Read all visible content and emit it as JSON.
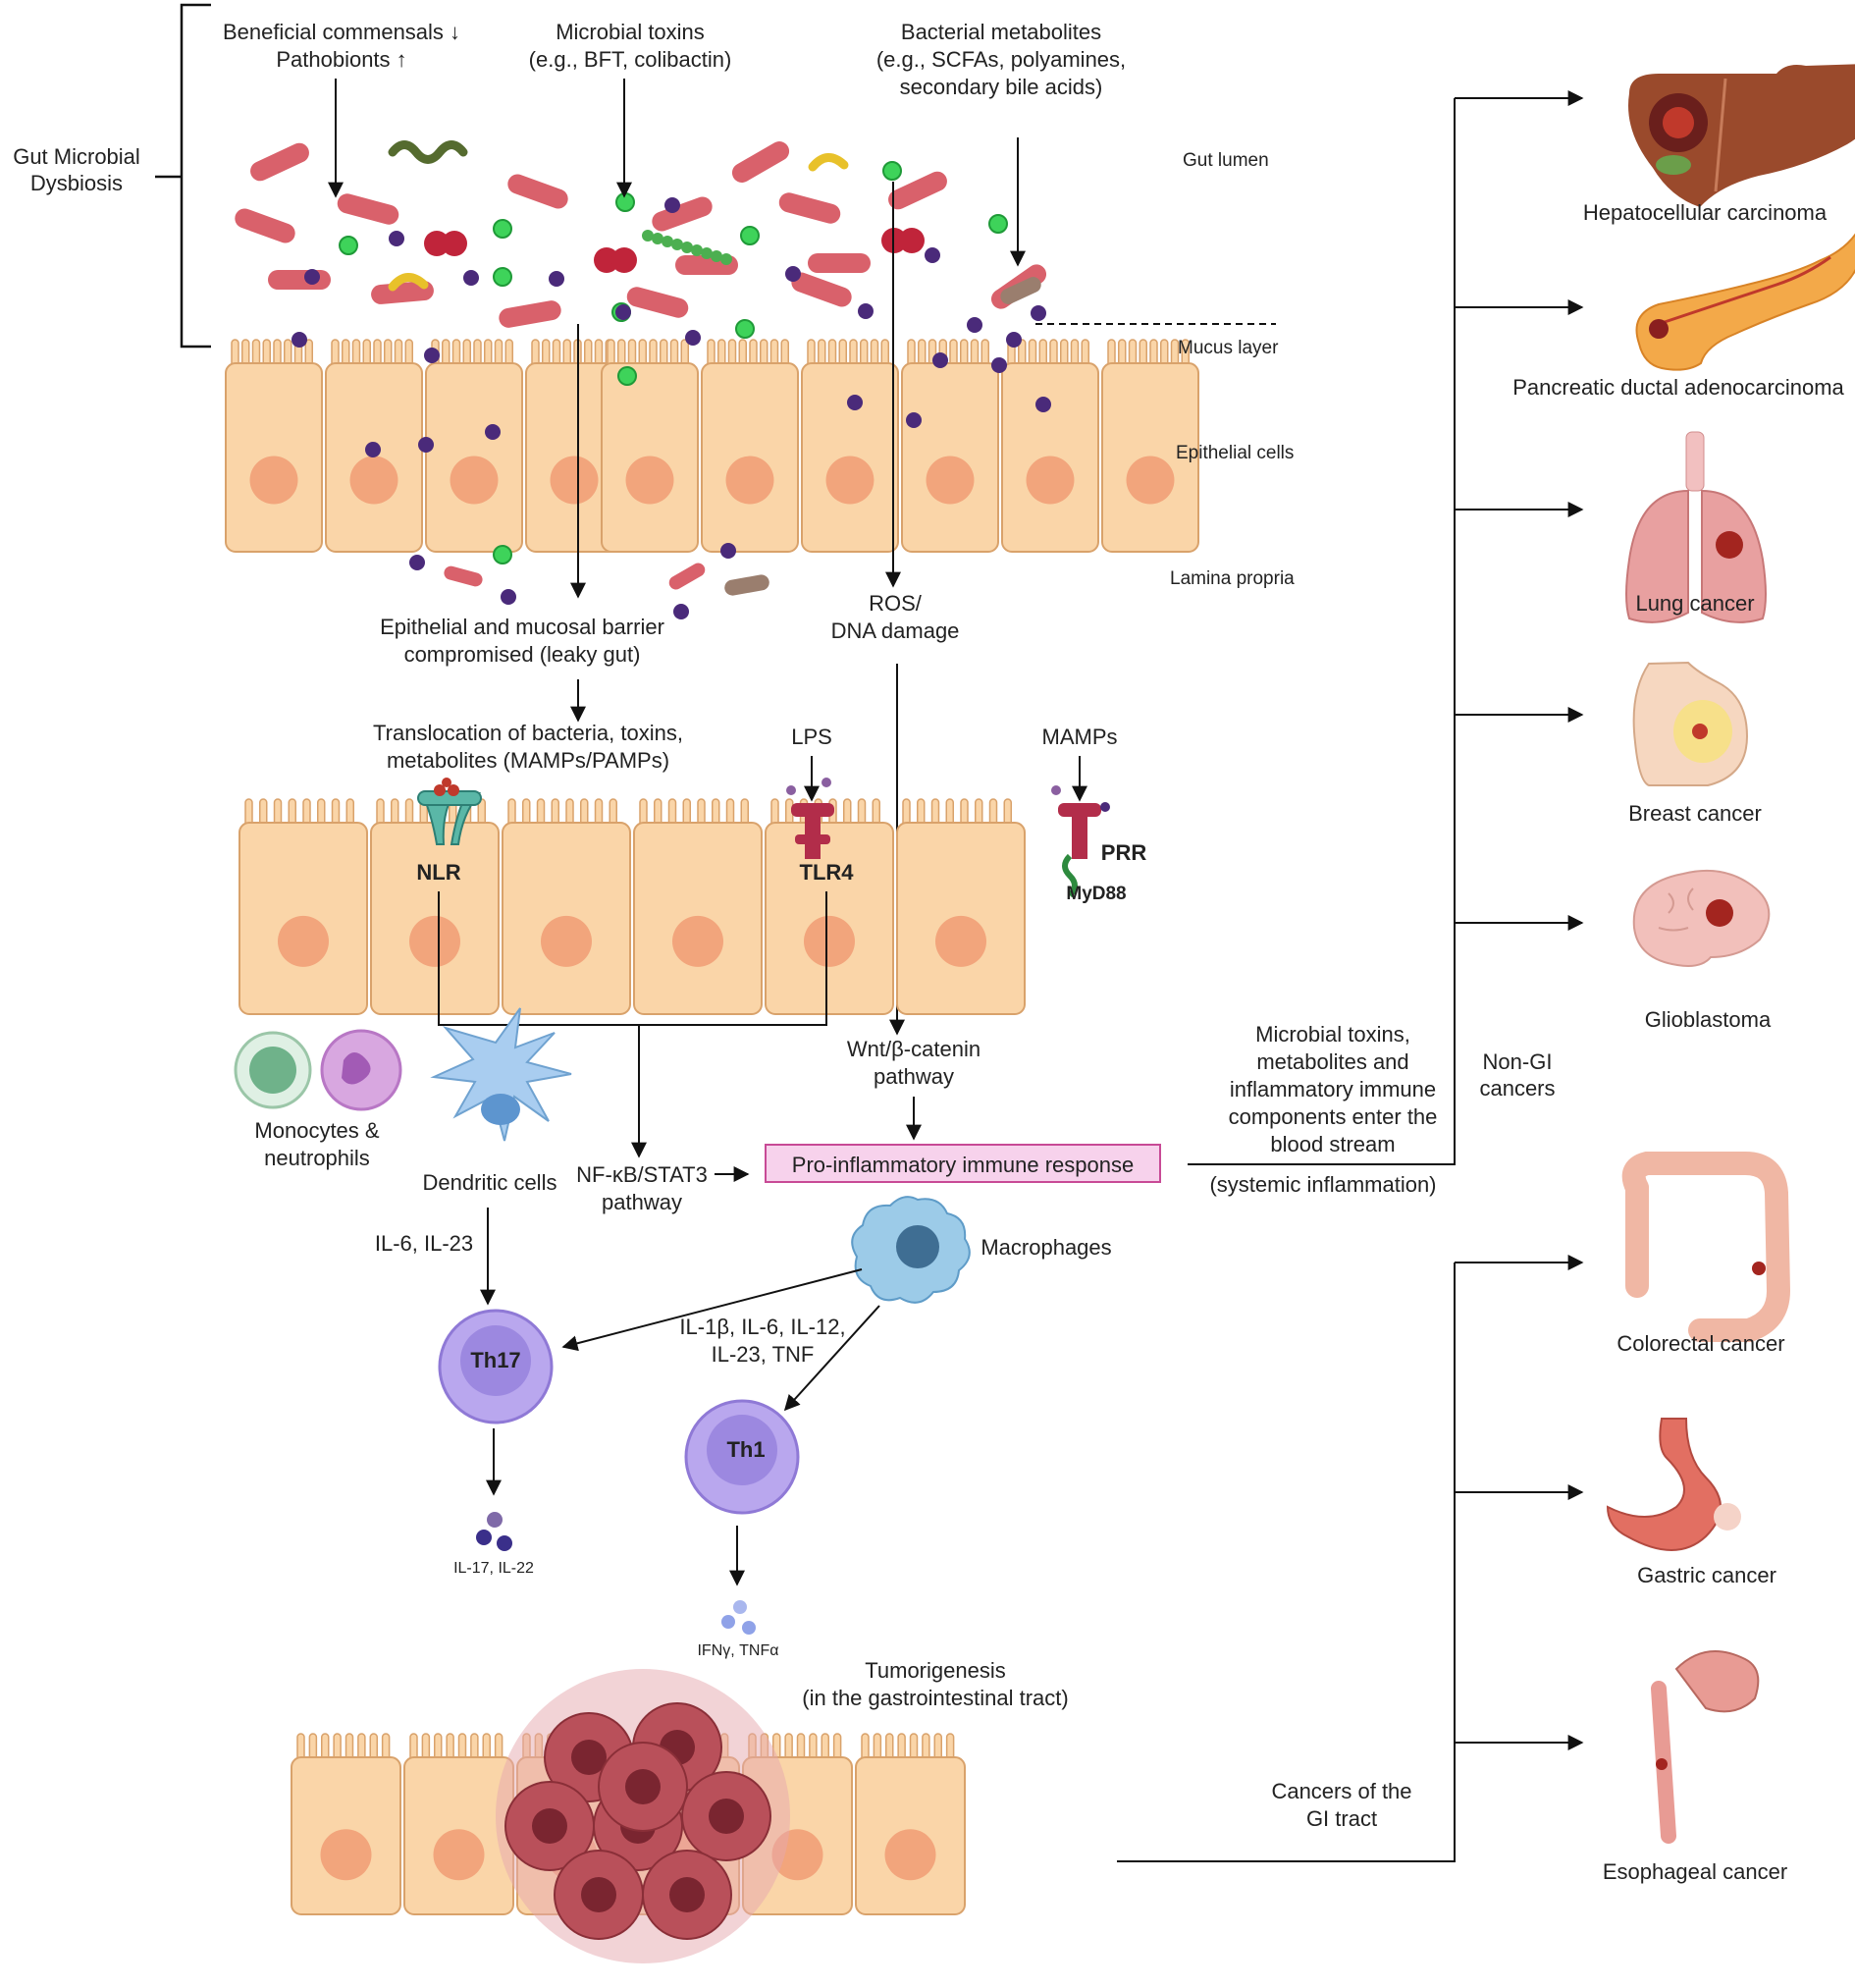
{
  "colors": {
    "cell_fill": "#fad5a8",
    "cell_stroke": "#d9a26b",
    "nucleus": "#f2a57c",
    "bacteria_rod": "#d9616b",
    "toxin_green": "#3ed35a",
    "metabolite_purple": "#4a2a7a",
    "tcell": "#b9a7ee",
    "dendritic": "#a9cdf0",
    "macrophage": "#9ccbe8",
    "response_box_fill": "#f7d2ec",
    "response_box_stroke": "#c84a96",
    "tumor": "#b9505a"
  },
  "top": {
    "dysbiosis": [
      "Gut Microbial",
      "Dysbiosis"
    ],
    "commensals": [
      "Beneficial commensals ↓",
      "Pathobionts ↑"
    ],
    "toxins": [
      "Microbial toxins",
      "(e.g., BFT, colibactin)"
    ],
    "metabolites": [
      "Bacterial metabolites",
      "(e.g., SCFAs, polyamines,",
      "secondary bile acids)"
    ]
  },
  "layers": {
    "lumen": "Gut lumen",
    "mucus": "Mucus layer",
    "epithelial": "Epithelial cells",
    "lamina": "Lamina propria"
  },
  "middle": {
    "leaky": [
      "Epithelial and mucosal barrier",
      "compromised (leaky gut)"
    ],
    "ros": [
      "ROS/",
      "DNA damage"
    ],
    "translocation": [
      "Translocation of bacteria, toxins,",
      "metabolites (MAMPs/PAMPs)"
    ],
    "lps": "LPS",
    "mamps": "MAMPs",
    "nlr": "NLR",
    "tlr4": "TLR4",
    "prr": "PRR",
    "myd88": "MyD88"
  },
  "immune": {
    "mono": [
      "Monocytes &",
      "neutrophils"
    ],
    "dendritic": "Dendritic cells",
    "nfkb": [
      "NF-κB/STAT3",
      "pathway"
    ],
    "wnt": [
      "Wnt/β-catenin",
      "pathway"
    ],
    "response": "Pro-inflammatory immune response",
    "macrophages": "Macrophages",
    "il6_il23": "IL-6, IL-23",
    "cytokines": [
      "IL-1β, IL-6, IL-12,",
      "IL-23, TNF"
    ],
    "th17": "Th17",
    "th1": "Th1",
    "il17": "IL-17, IL-22",
    "ifn": "IFNγ, TNFα"
  },
  "systemic": {
    "enter": [
      "Microbial toxins,",
      "metabolites and",
      "inflammatory immune",
      "components enter the",
      "blood stream"
    ],
    "systemic": "(systemic inflammation)",
    "non_gi": [
      "Non-GI",
      "cancers"
    ],
    "gi": [
      "Cancers of the",
      "GI tract"
    ]
  },
  "tumor": [
    "Tumorigenesis",
    "(in the gastrointestinal tract)"
  ],
  "cancers_non_gi": [
    "Hepatocellular carcinoma",
    "Pancreatic ductal adenocarcinoma",
    "Lung cancer",
    "Breast cancer",
    "Glioblastoma"
  ],
  "cancers_gi": [
    "Colorectal cancer",
    "Gastric cancer",
    "Esophageal cancer"
  ]
}
